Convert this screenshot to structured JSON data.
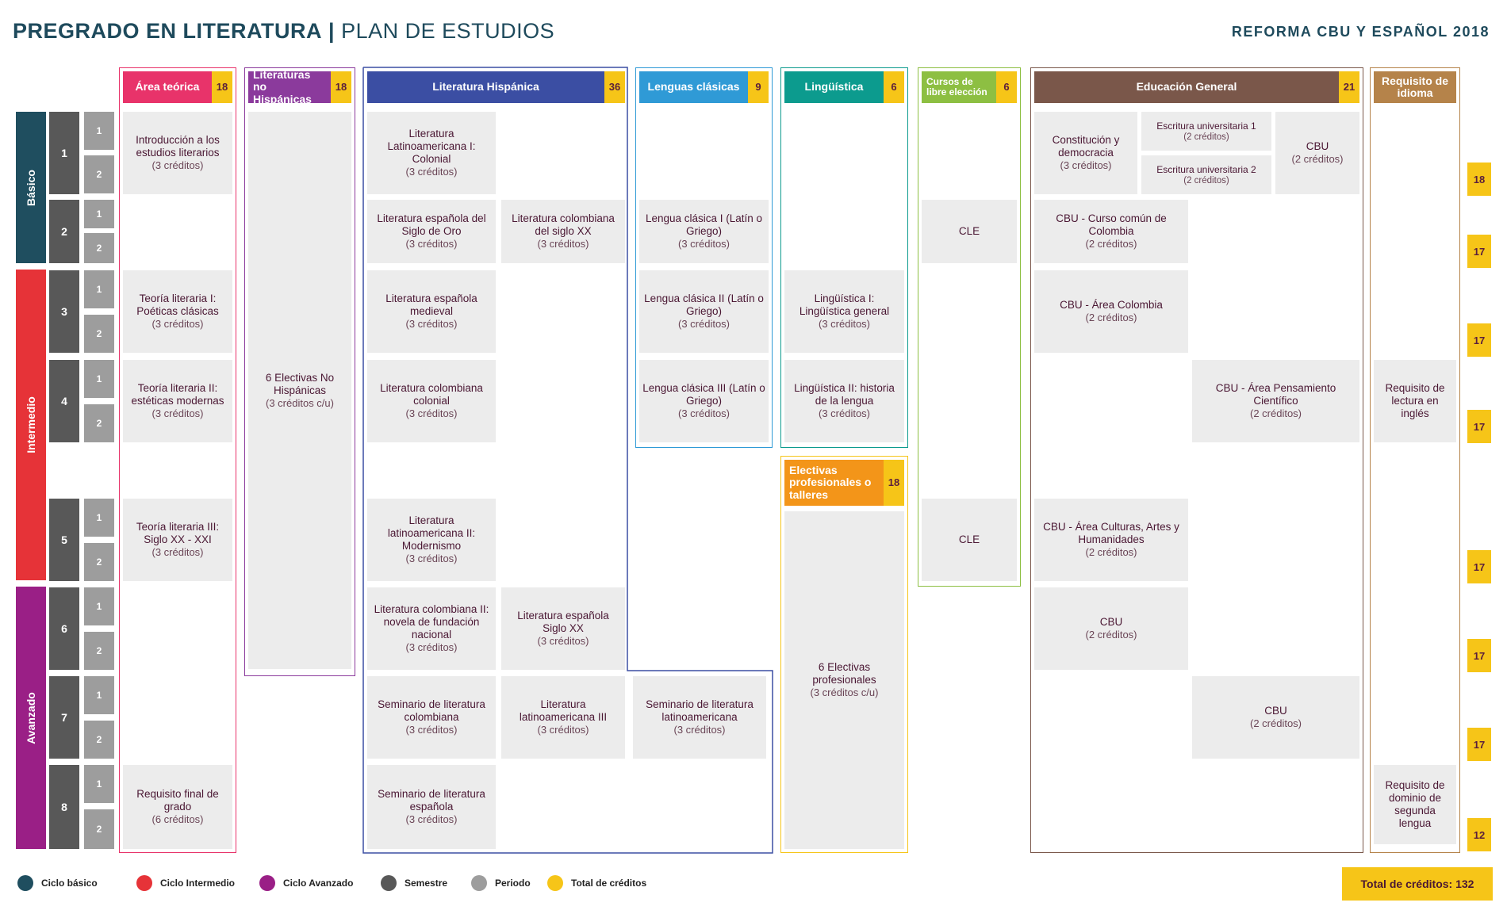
{
  "header": {
    "title_bold": "PREGRADO EN LITERATURA",
    "title_sep": "|",
    "title_light": "PLAN DE ESTUDIOS",
    "reform": "REFORMA CBU Y ESPAÑOL 2018"
  },
  "cycles": {
    "basico": "Básico",
    "intermedio": "Intermedio",
    "avanzado": "Avanzado"
  },
  "semesters": [
    "1",
    "2",
    "3",
    "4",
    "5",
    "6",
    "7",
    "8"
  ],
  "periods": {
    "p1": "1",
    "p2": "2"
  },
  "areas": {
    "teorica": {
      "label": "Área teórica",
      "credits": "18"
    },
    "no_hispanicas": {
      "label": "Literaturas no Hispánicas",
      "credits": "18"
    },
    "hispanica": {
      "label": "Literatura Hispánica",
      "credits": "36"
    },
    "clasicas": {
      "label": "Lenguas clásicas",
      "credits": "9"
    },
    "linguistica": {
      "label": "Lingüística",
      "credits": "6"
    },
    "libre": {
      "label": "Cursos de libre elección",
      "credits": "6"
    },
    "gen": {
      "label": "Educación General",
      "credits": "21"
    },
    "idioma": {
      "label": "Requisito de idioma"
    },
    "electivas_prof": {
      "label": "Electivas profesionales o talleres",
      "credits": "18"
    }
  },
  "courses": {
    "t1": {
      "title": "Introducción a los estudios literarios",
      "credits": "(3 créditos)"
    },
    "t3": {
      "title": "Teoría literaria I: Poéticas clásicas",
      "credits": "(3 créditos)"
    },
    "t4": {
      "title": "Teoría literaria II: estéticas modernas",
      "credits": "(3 créditos)"
    },
    "t5": {
      "title": "Teoría literaria III: Siglo XX - XXI",
      "credits": "(3 créditos)"
    },
    "t8": {
      "title": "Requisito final de grado",
      "credits": "(6 créditos)"
    },
    "nh": {
      "title": "6 Electivas No Hispánicas",
      "credits": "(3 créditos c/u)"
    },
    "h1": {
      "title": "Literatura Latinoamericana I: Colonial",
      "credits": "(3 créditos)"
    },
    "h2a": {
      "title": "Literatura española del Siglo de Oro",
      "credits": "(3 créditos)"
    },
    "h2b": {
      "title": "Literatura colombiana del siglo XX",
      "credits": "(3 créditos)"
    },
    "h3": {
      "title": "Literatura española medieval",
      "credits": "(3 créditos)"
    },
    "h4": {
      "title": "Literatura colombiana colonial",
      "credits": "(3 créditos)"
    },
    "h5": {
      "title": "Literatura latinoamericana II: Modernismo",
      "credits": "(3 créditos)"
    },
    "h6a": {
      "title": "Literatura colombiana II: novela de fundación nacional",
      "credits": "(3 créditos)"
    },
    "h6b": {
      "title": "Literatura española Siglo XX",
      "credits": "(3 créditos)"
    },
    "h7a": {
      "title": "Seminario de literatura colombiana",
      "credits": "(3 créditos)"
    },
    "h7b": {
      "title": "Literatura latinoamericana III",
      "credits": "(3 créditos)"
    },
    "h7c": {
      "title": "Seminario de literatura latinoamericana",
      "credits": "(3 créditos)"
    },
    "h8": {
      "title": "Seminario de literatura española",
      "credits": "(3 créditos)"
    },
    "c2": {
      "title": "Lengua clásica I (Latín o Griego)",
      "credits": "(3 créditos)"
    },
    "c3": {
      "title": "Lengua clásica II (Latín o Griego)",
      "credits": "(3 créditos)"
    },
    "c4": {
      "title": "Lengua clásica III (Latín o Griego)",
      "credits": "(3 créditos)"
    },
    "l3": {
      "title": "Lingüística I: Lingüística general",
      "credits": "(3 créditos)"
    },
    "l4": {
      "title": "Lingüística II: historia de la lengua",
      "credits": "(3 créditos)"
    },
    "ep": {
      "title": "6 Electivas profesionales",
      "credits": "(3 créditos c/u)"
    },
    "cle2": {
      "title": "CLE"
    },
    "cle5": {
      "title": "CLE"
    },
    "g1a": {
      "title": "Constitución y democracia",
      "credits": "(3 créditos)"
    },
    "g1b": {
      "title": "Escritura universitaria 1",
      "credits": "(2 créditos)"
    },
    "g1c": {
      "title": "Escritura universitaria 2",
      "credits": "(2 créditos)"
    },
    "g1d": {
      "title": "CBU",
      "credits": "(2 créditos)"
    },
    "g2": {
      "title": "CBU - Curso común de Colombia",
      "credits": "(2 créditos)"
    },
    "g3": {
      "title": "CBU - Área Colombia",
      "credits": "(2 créditos)"
    },
    "g4": {
      "title": "CBU - Área Pensamiento Científico",
      "credits": "(2 créditos)"
    },
    "g5": {
      "title": "CBU - Área Culturas, Artes y Humanidades",
      "credits": "(2 créditos)"
    },
    "g6": {
      "title": "CBU",
      "credits": "(2 créditos)"
    },
    "g7": {
      "title": "CBU",
      "credits": "(2 créditos)"
    },
    "i4": {
      "title": "Requisito de lectura en inglés"
    },
    "i8": {
      "title": "Requisito de dominio de segunda lengua"
    }
  },
  "semester_totals": [
    "18",
    "17",
    "17",
    "17",
    "17",
    "17",
    "17",
    "12"
  ],
  "legend": {
    "basico": "Ciclo básico",
    "intermedio": "Ciclo Intermedio",
    "avanzado": "Ciclo Avanzado",
    "semestre": "Semestre",
    "periodo": "Periodo",
    "total": "Total de créditos"
  },
  "grand_total": "Total de créditos: 132",
  "colors": {
    "basico": "#1f4e5f",
    "intermedio": "#e63338",
    "avanzado": "#9a1f86",
    "semestre": "#585858",
    "periodo": "#9d9d9d",
    "total": "#f6c518",
    "teorica": "#e8336a",
    "no_hispanicas": "#8b3a9c",
    "hispanica": "#3b4ea3",
    "clasicas": "#2f9ad6",
    "linguistica": "#0c9b8e",
    "libre": "#8dbf42",
    "gen": "#7a574a",
    "idioma": "#b5834a",
    "electivas_prof": "#f39519"
  }
}
